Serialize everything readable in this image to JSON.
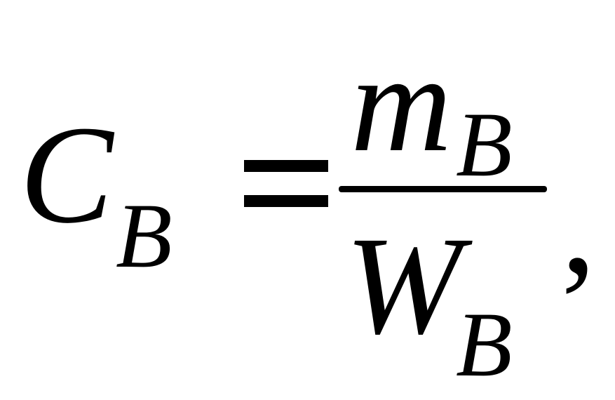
{
  "formula": {
    "lhs_symbol": "C",
    "lhs_subscript": "B",
    "operator": "=",
    "numerator_symbol": "m",
    "numerator_subscript": "B",
    "denominator_symbol": "W",
    "denominator_subscript": "B",
    "trailing_punctuation": ","
  }
}
